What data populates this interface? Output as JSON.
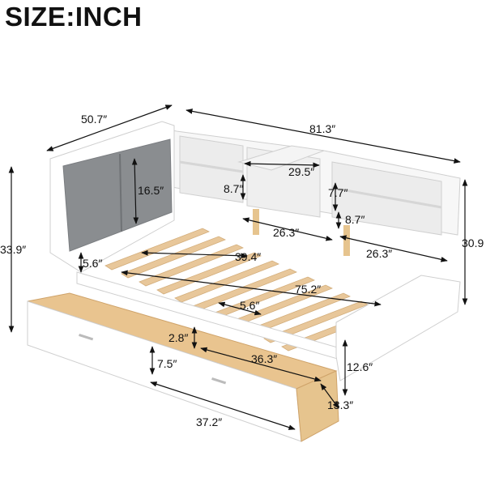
{
  "title": "SIZE:INCH",
  "dimensions": {
    "d_50_7": "50.7″",
    "d_81_3": "81.3″",
    "d_16_5": "16.5″",
    "d_8_7_left": "8.7″",
    "d_29_5": "29.5″",
    "d_7_7": "7.7″",
    "d_8_7_right": "8.7″",
    "d_26_3_mid": "26.3″",
    "d_26_3_right": "26.3″",
    "d_33_9": "33.9″",
    "d_30_9": "30.9",
    "d_5_6_top": "5.6″",
    "d_39_4": "39.4″",
    "d_75_2": "75.2″",
    "d_5_6_slat": "5.6″",
    "d_2_8": "2.8″",
    "d_36_3": "36.3″",
    "d_7_5": "7.5″",
    "d_12_6": "12.6″",
    "d_13_3": "13.3″",
    "d_37_2": "37.2″"
  },
  "colors": {
    "frame": "#ffffff",
    "frame_edge": "#cfcfcf",
    "shadow": "#e9e9e9",
    "headboard": "#8a8d90",
    "slat": "#e8c79a",
    "wood": "#e6c48e",
    "dim_line": "#111111"
  }
}
